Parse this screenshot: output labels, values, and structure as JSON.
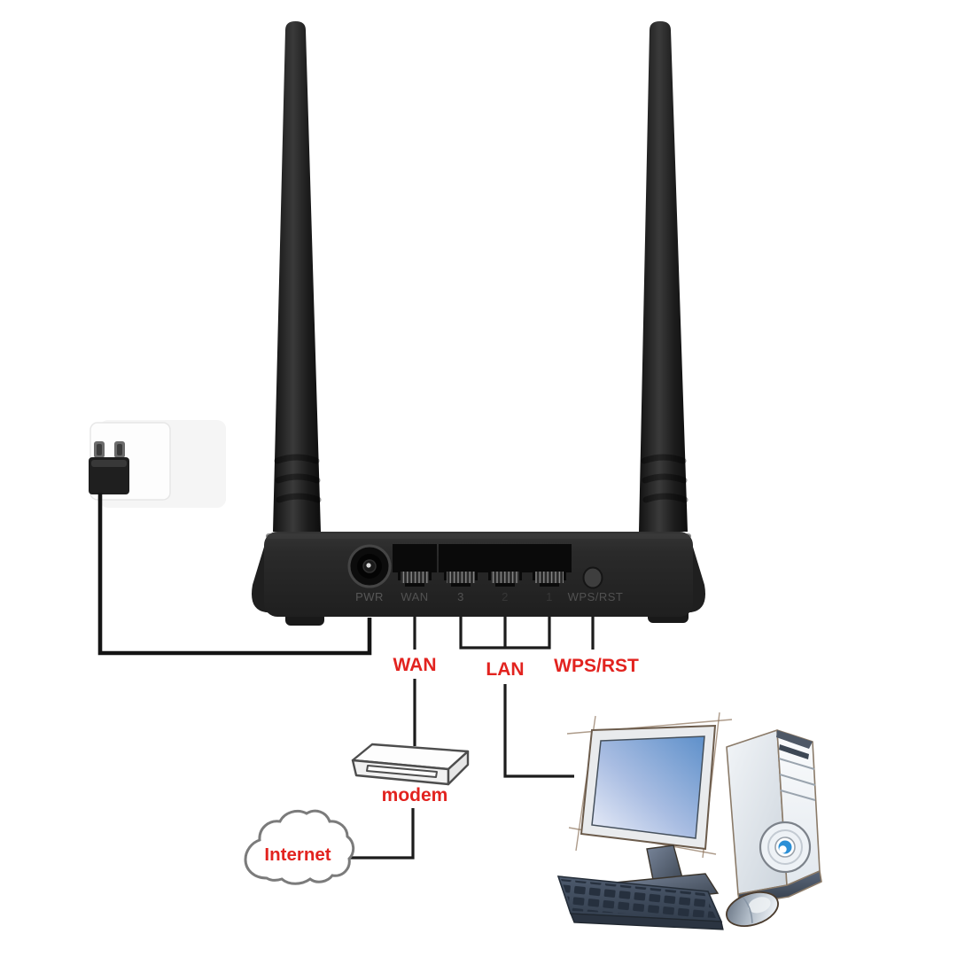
{
  "callouts": {
    "wan": "WAN",
    "lan": "LAN",
    "wps_rst": "WPS/RST"
  },
  "nodes": {
    "modem": "modem",
    "internet": "Internet"
  },
  "router": {
    "port_labels": [
      "PWR",
      "WAN",
      "3",
      "2",
      "1",
      "WPS/RST"
    ]
  },
  "colors": {
    "label_red": "#e2231f",
    "line_black": "#1c1c1c",
    "router_black": "#262626",
    "port_label_gray": "#5d5d5d",
    "cloud_outline_gray": "#7b7b7b",
    "modem_outline_gray": "#4d4d4d",
    "screen_blue": "#5e90ca",
    "computer_slate": "#49566a",
    "background": "#ffffff"
  }
}
